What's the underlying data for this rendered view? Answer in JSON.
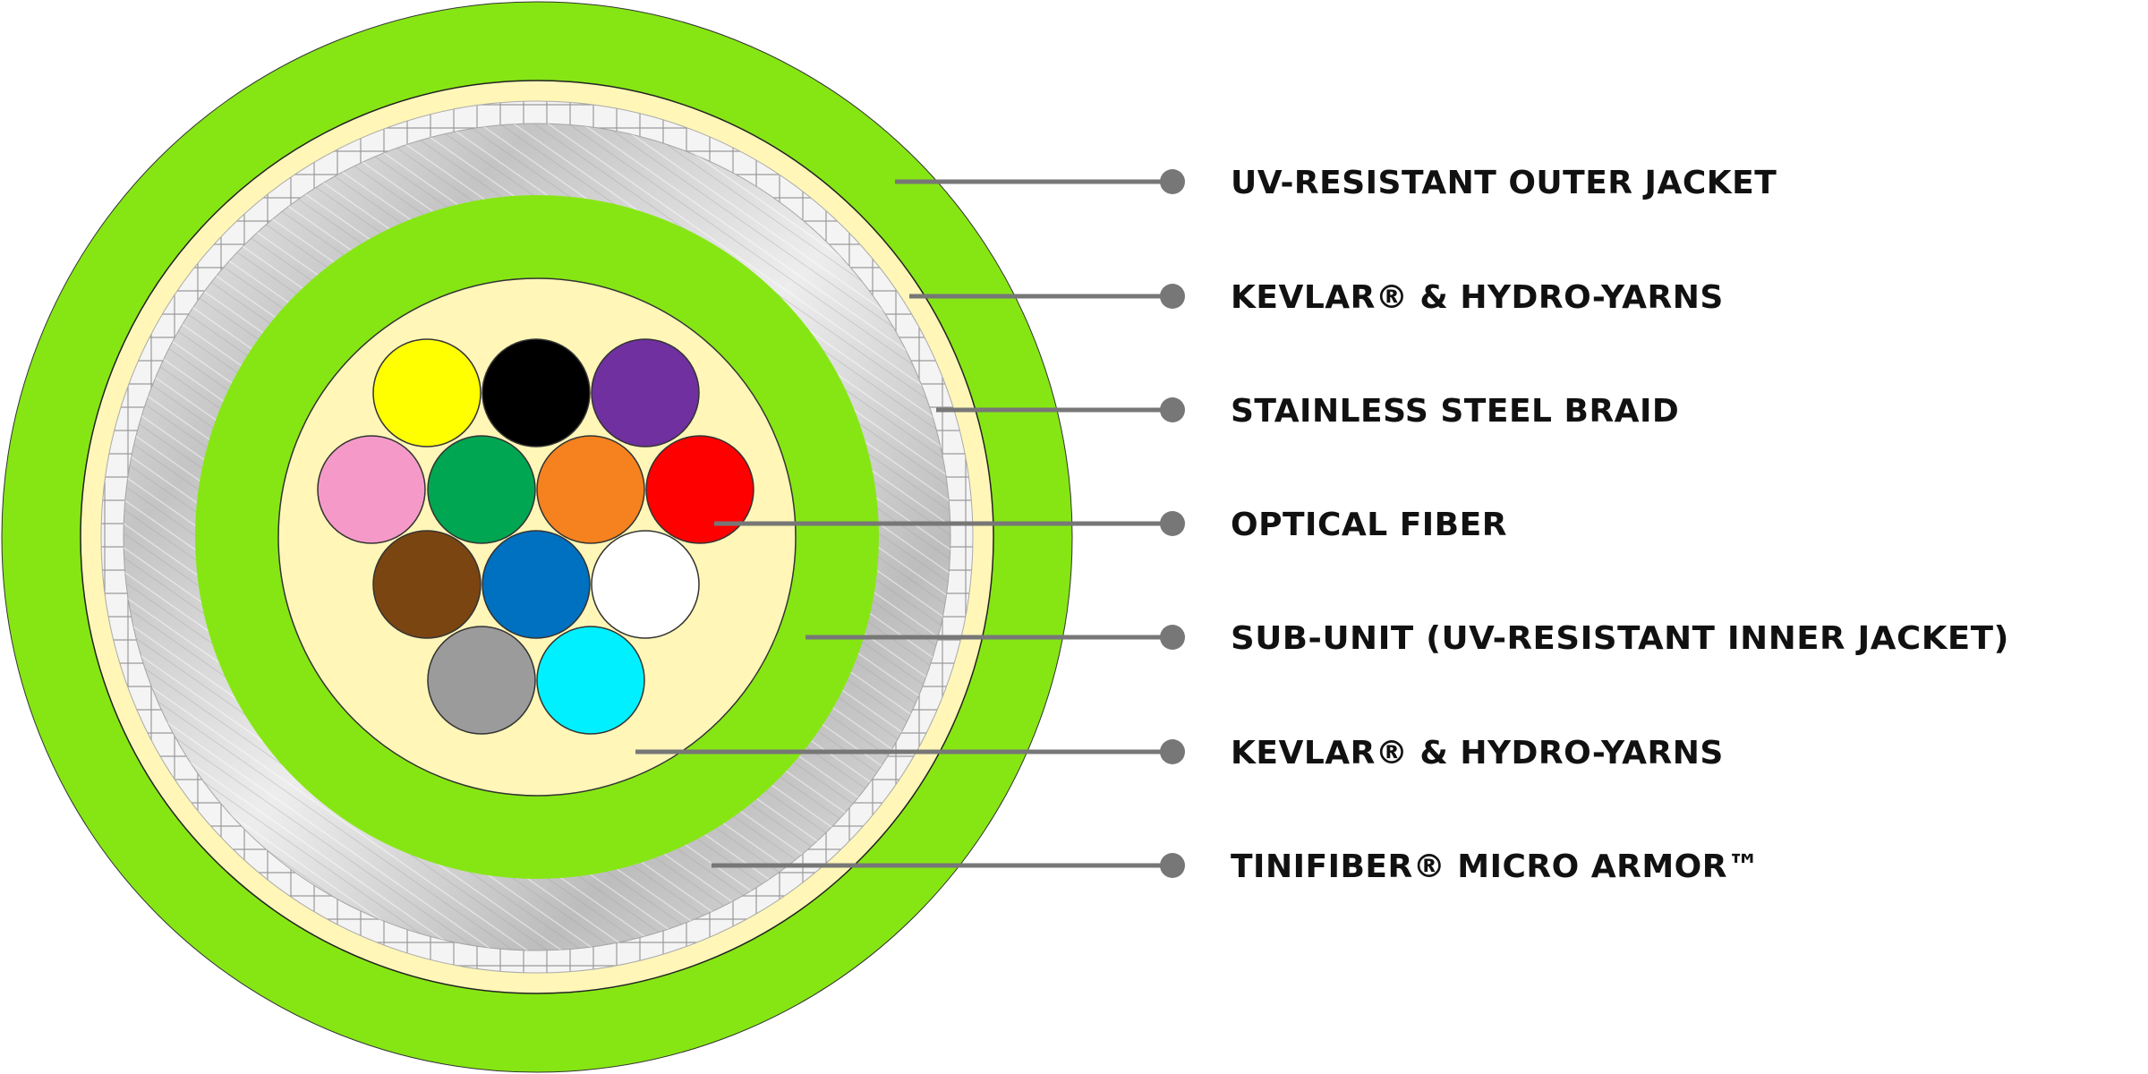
{
  "colors": {
    "outer_jacket": "#86e614",
    "yarn": "#fff6b8",
    "steel": "#d0d0d0",
    "leader": "#777777",
    "text": "#111111"
  },
  "labels": [
    "UV-RESISTANT OUTER JACKET",
    "KEVLAR® & HYDRO-YARNS",
    "STAINLESS STEEL BRAID",
    "OPTICAL FIBER",
    "SUB-UNIT (UV-RESISTANT INNER JACKET)",
    "KEVLAR® & HYDRO-YARNS",
    "TINIFIBER® MICRO ARMOR™"
  ],
  "fibers": [
    {
      "name": "yellow",
      "color": "#ffff00"
    },
    {
      "name": "black",
      "color": "#000000"
    },
    {
      "name": "violet",
      "color": "#7030a0"
    },
    {
      "name": "rose",
      "color": "#f59ac8"
    },
    {
      "name": "green",
      "color": "#00a651"
    },
    {
      "name": "orange",
      "color": "#f5821f"
    },
    {
      "name": "red",
      "color": "#ff0000"
    },
    {
      "name": "brown",
      "color": "#7b4511"
    },
    {
      "name": "blue",
      "color": "#0070c0"
    },
    {
      "name": "white",
      "color": "#ffffff"
    },
    {
      "name": "slate",
      "color": "#9b9b9b"
    },
    {
      "name": "aqua",
      "color": "#00f0ff"
    }
  ]
}
